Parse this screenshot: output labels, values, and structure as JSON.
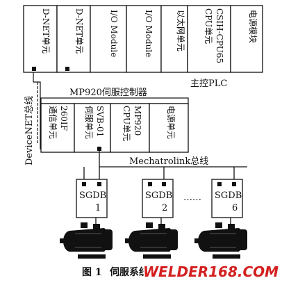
{
  "plc": {
    "label": "主控PLC",
    "modules": [
      "D-NET单元",
      "D-NET单元",
      "I/O Module",
      "I/O Module",
      "以太网单元",
      "CPU单元 CSIH-CPU65",
      "电源模块"
    ]
  },
  "controller": {
    "title": "MP920伺服控制器",
    "units": [
      "通信单元 260IF",
      "伺服单元 SVB-01",
      "CPU单元 MP920",
      "电源单元"
    ]
  },
  "buses": {
    "devicenet": "DeviceNET总线",
    "mechatrolink": "Mechatrolink总线"
  },
  "drives": [
    {
      "model": "SGDB",
      "index": "1"
    },
    {
      "model": "SGDB",
      "index": "2"
    },
    {
      "model": "SGDB",
      "index": "6"
    }
  ],
  "drive_ellipsis": "……",
  "caption": {
    "number": "图 1",
    "text": "伺服系统"
  },
  "watermark": "WELDER168.COM"
}
